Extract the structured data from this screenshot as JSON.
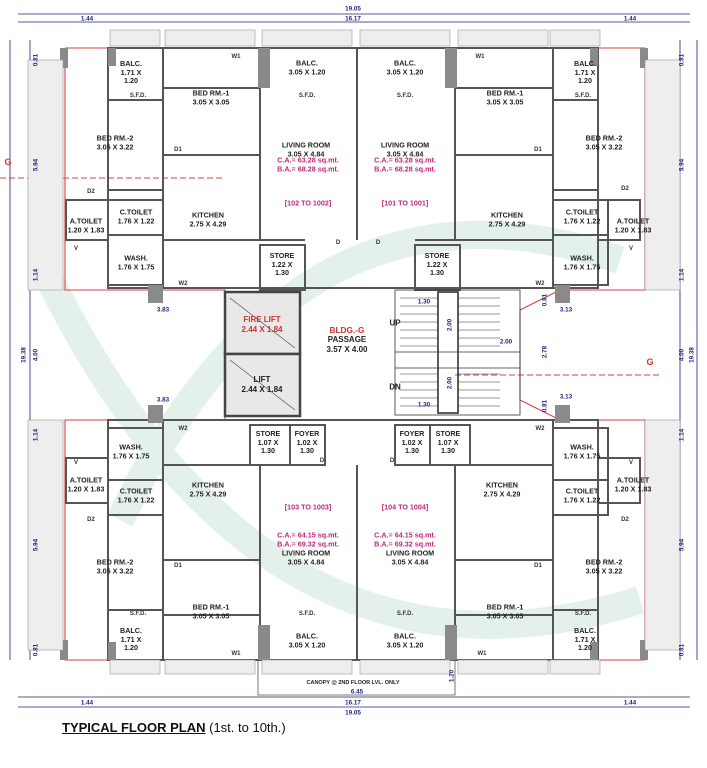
{
  "title": {
    "main": "TYPICAL FLOOR PLAN",
    "sub": "(1st. to 10th.)"
  },
  "building": {
    "name": "BLDG.-G",
    "passage": "PASSAGE",
    "passage_size": "3.57 X 4.00"
  },
  "core": {
    "fire_lift": "FIRE LIFT",
    "fire_lift_size": "2.44 X 1.84",
    "lift": "LIFT",
    "lift_size": "2.44 X 1.84",
    "up": "UP",
    "dn": "DN"
  },
  "canopy": "CANOPY @ 2ND FLOOR LVL. ONLY",
  "flats": [
    {
      "range": "[102 TO 1002]",
      "ca": "C.A.= 63.28 sq.mt.",
      "ba": "B.A.= 68.28 sq.mt."
    },
    {
      "range": "[101 TO 1001]",
      "ca": "C.A.= 63.28 sq.mt.",
      "ba": "B.A.= 68.28 sq.mt."
    },
    {
      "range": "[103 TO 1003]",
      "ca": "C.A.= 64.15 sq.mt.",
      "ba": "B.A.= 69.32 sq.mt."
    },
    {
      "range": "[104 TO 1004]",
      "ca": "C.A.= 64.15 sq.mt.",
      "ba": "B.A.= 69.32 sq.mt."
    }
  ],
  "rooms": {
    "balc_small": "BALC.",
    "balc_small_size": "1.71 X",
    "balc_small_size2": "1.20",
    "balc": "BALC.",
    "balc_size": "3.05 X 1.20",
    "bed1": "BED RM.-1",
    "bed1_size": "3.05 X 3.05",
    "bed2": "BED RM.-2",
    "bed2_size": "3.05 X 3.22",
    "living": "LIVING ROOM",
    "living_size": "3.05 X 4.84",
    "kitchen": "KITCHEN",
    "kitchen_size": "2.75 X 4.29",
    "ctoilet": "C.TOILET",
    "ctoilet_size": "1.76 X 1.22",
    "atoilet": "A.TOILET",
    "atoilet_size": "1.20 X 1.83",
    "wash": "WASH.",
    "wash_size": "1.76 X 1.75",
    "store": "STORE",
    "store_size": "1.22 X",
    "store_size2": "1.30",
    "store_b": "STORE",
    "store_b_size": "1.07 X",
    "store_b_size2": "1.30",
    "foyer": "FOYER",
    "foyer_size": "1.02 X",
    "foyer_size2": "1.30"
  },
  "tags": {
    "w1": "W1",
    "w2": "W2",
    "d": "D",
    "d1": "D1",
    "d2": "D2",
    "v": "V",
    "sfd": "S.F.D."
  },
  "dims": {
    "overall": "19.05",
    "inner": "16.17",
    "side": "1.44",
    "depth": "19.38",
    "half_depth": "4.00",
    "h1": "1.14",
    "h2": "5.94",
    "h3": "0.81",
    "w383": "3.83",
    "w313": "3.13",
    "w645": "6.45",
    "w120": "1.20",
    "s130": "1.30",
    "s200": "2.00",
    "s278": "2.78"
  },
  "section": "G",
  "colors": {
    "wall": "#555555",
    "red_line": "#d04545",
    "dim": "#1f1f7a",
    "magenta": "#c0277a",
    "core_fill": "#e8e8e8"
  }
}
